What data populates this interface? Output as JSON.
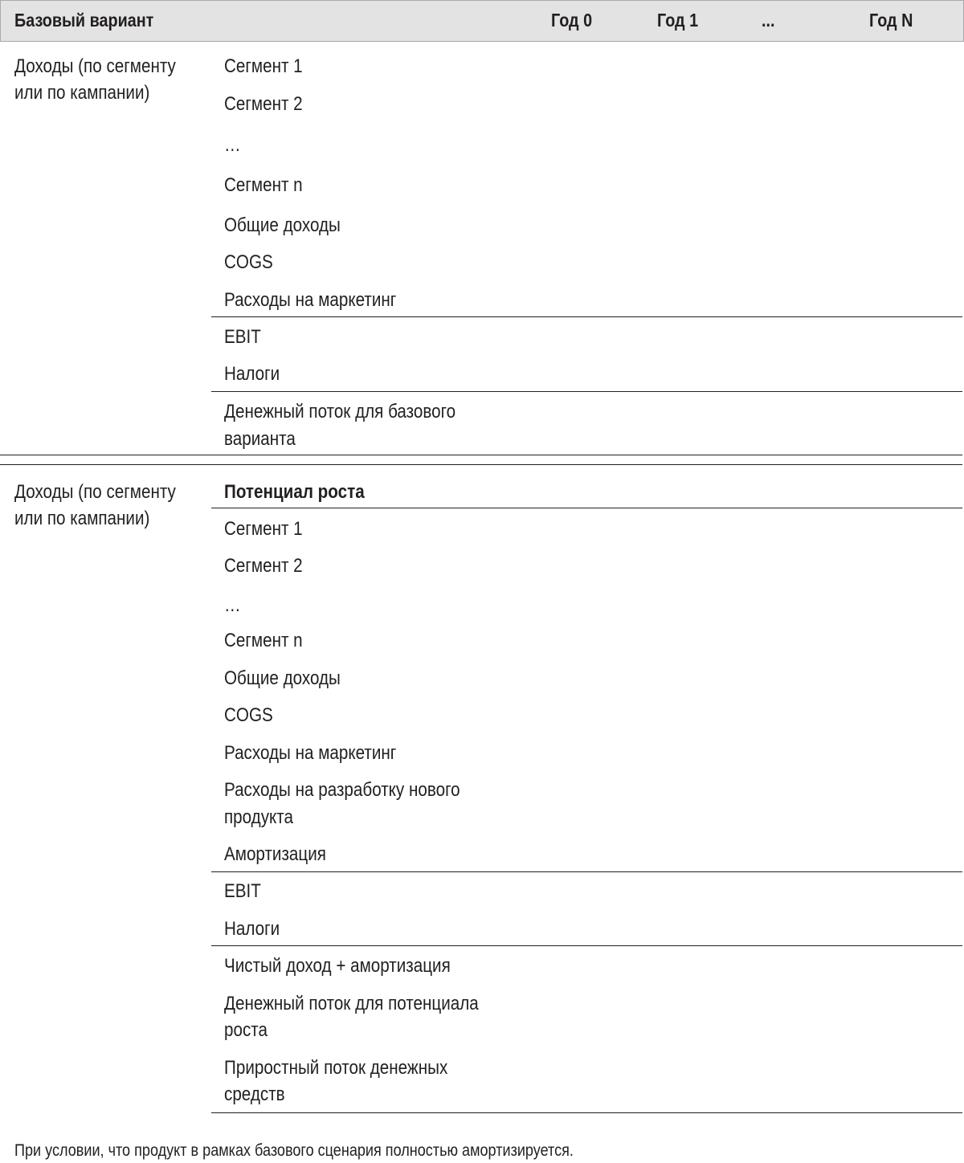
{
  "header": {
    "title": "Базовый вариант",
    "columns": [
      "Год 0",
      "Год 1",
      "...",
      "Год N"
    ]
  },
  "base": {
    "group_label": [
      "Доходы (по сегменту",
      "или по кампании)"
    ],
    "rows": [
      [
        "Сегмент 1"
      ],
      [
        "Сегмент 2"
      ],
      [
        "…"
      ],
      [
        "Сегмент n"
      ],
      [
        "Общие доходы"
      ],
      [
        "COGS"
      ],
      [
        "Расходы на маркетинг"
      ],
      [
        "EBIT"
      ],
      [
        "Налоги"
      ],
      [
        "Денежный поток для базового",
        "варианта"
      ]
    ]
  },
  "upside": {
    "group_label": [
      "Доходы (по сегменту",
      "или по кампании)"
    ],
    "title": "Потенциал роста",
    "rows": [
      [
        "Сегмент 1"
      ],
      [
        "Сегмент 2"
      ],
      [
        "…"
      ],
      [
        "Сегмент n"
      ],
      [
        "Общие доходы"
      ],
      [
        "COGS"
      ],
      [
        "Расходы на маркетинг"
      ],
      [
        "Расходы на разработку нового",
        "продукта"
      ],
      [
        "Амортизация"
      ],
      [
        "EBIT"
      ],
      [
        "Налоги"
      ],
      [
        "Чистый доход + амортизация"
      ],
      [
        "Денежный поток для потенциала",
        "роста"
      ],
      [
        "Приростный поток денежных",
        "средств"
      ]
    ]
  },
  "footnote": "При условии, что продукт в рамках базового сценария полностью амортизируется."
}
